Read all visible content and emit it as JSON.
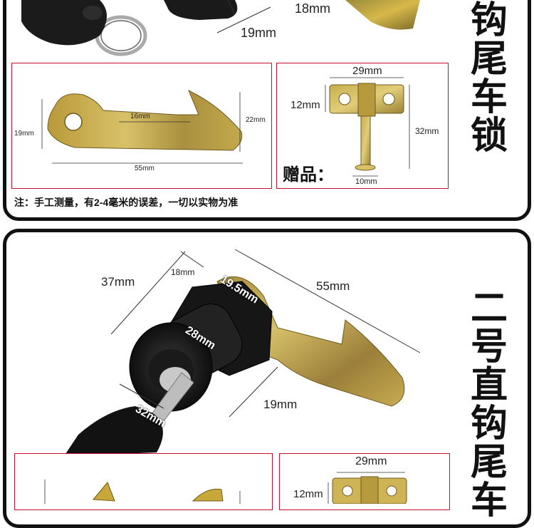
{
  "top_section": {
    "dim_18mm": "18mm",
    "dim_19mm": "19mm",
    "side_title_chars": [
      "钩",
      "尾",
      "车",
      "锁"
    ],
    "hook_panel": {
      "dim_16mm": "16mm",
      "dim_19mm": "19mm",
      "dim_22mm": "22mm",
      "dim_55mm": "55mm"
    },
    "bracket_panel": {
      "dim_29mm": "29mm",
      "dim_12mm": "12mm",
      "dim_32mm": "32mm",
      "dim_10mm": "10mm",
      "gift_label": "赠品："
    },
    "note": "注：手工测量，有2-4毫米的误差，一切以实物为准"
  },
  "bottom_section": {
    "dim_37mm": "37mm",
    "dim_18mm": "18mm",
    "dim_19_5mm": "19.5mm",
    "dim_55mm": "55mm",
    "dim_28mm": "28mm",
    "dim_19mm": "19mm",
    "dim_32mm": "32mm",
    "side_title_chars": [
      "二",
      "号",
      "直",
      "钩",
      "尾",
      "车"
    ],
    "bracket_panel": {
      "dim_29mm": "29mm",
      "dim_12mm": "12mm"
    }
  },
  "colors": {
    "panel_border": "#c8102e",
    "card_border": "#111111",
    "metal": "#c9a83a"
  }
}
